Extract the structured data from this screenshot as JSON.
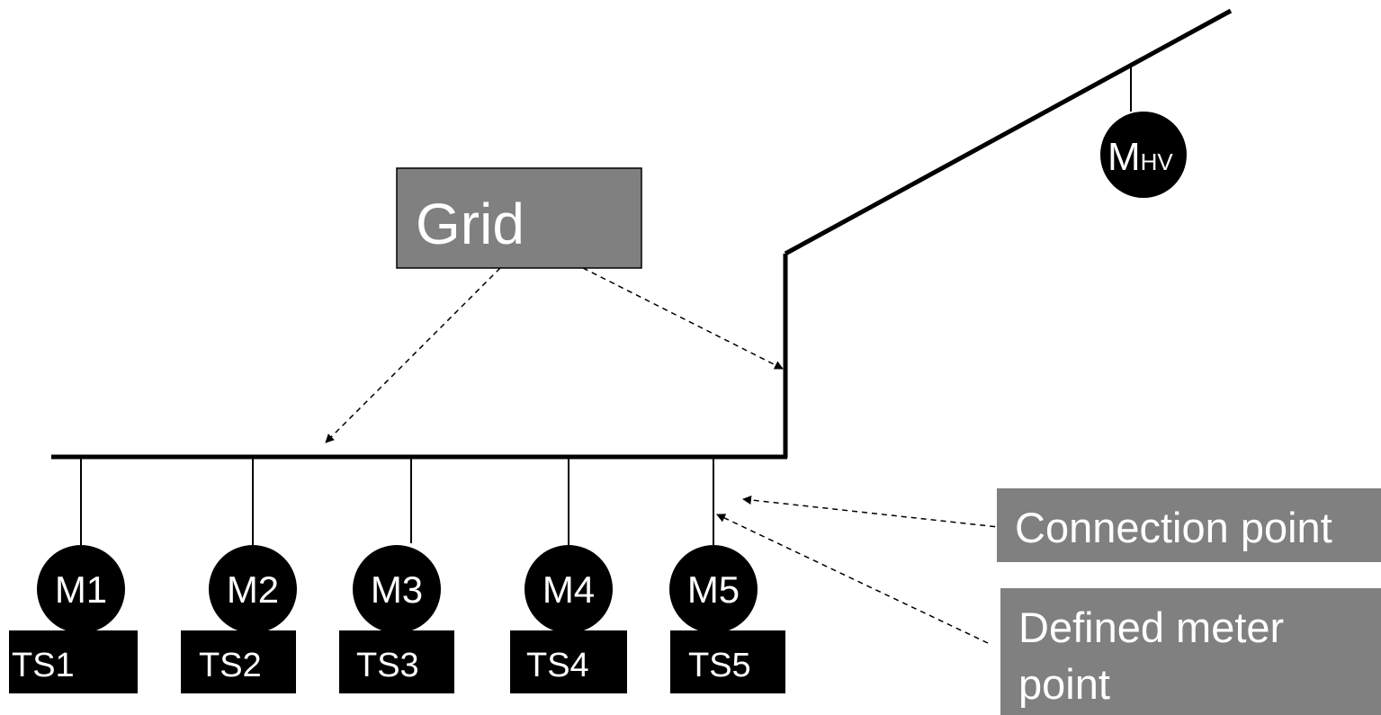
{
  "grid_label": "Grid",
  "hv_meter": {
    "main": "M",
    "sub": "HV"
  },
  "meters": [
    "M1",
    "M2",
    "M3",
    "M4",
    "M5"
  ],
  "time_series": [
    "TS1",
    "TS2",
    "TS3",
    "TS4",
    "TS5"
  ],
  "connection_point_label": "Connection point",
  "defined_meter_point_label": [
    "Defined meter",
    "point"
  ],
  "colors": {
    "line": "#000000",
    "box_fill": "#808080",
    "text_light": "#ffffff"
  }
}
